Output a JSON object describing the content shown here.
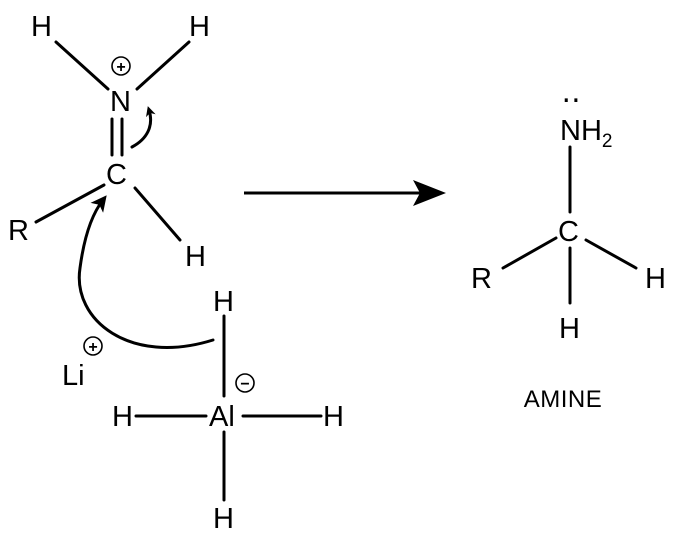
{
  "reactant": {
    "iminium": {
      "h_left": "H",
      "h_right": "H",
      "n": "N",
      "n_charge": "+",
      "c": "C",
      "r": "R",
      "h_c": "H"
    },
    "counterion": {
      "li": "Li",
      "li_charge": "+"
    },
    "aluminate": {
      "al": "Al",
      "al_charge": "−",
      "h_top": "H",
      "h_left": "H",
      "h_right": "H",
      "h_bottom": "H"
    }
  },
  "product": {
    "n": "N",
    "h": "H",
    "h_subscript": "2",
    "lone_pair": "‥",
    "c": "C",
    "r": "R",
    "h_right": "H",
    "h_bottom": "H",
    "caption": "AMINE"
  }
}
